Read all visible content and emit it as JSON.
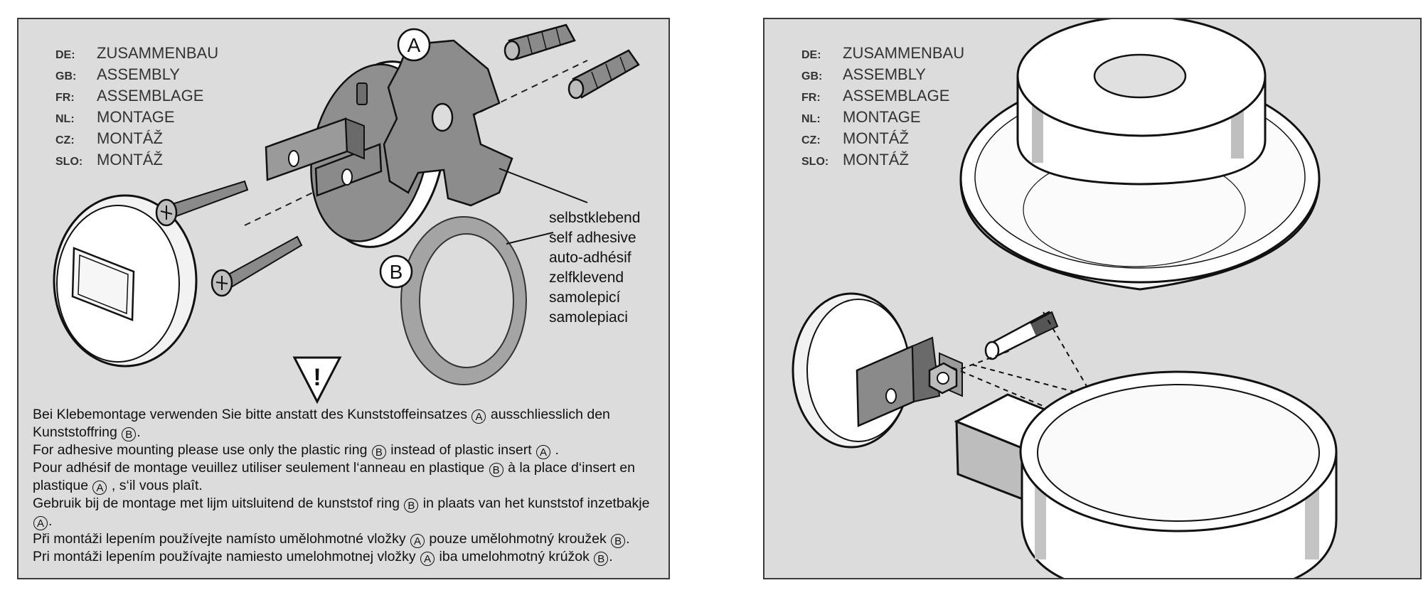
{
  "languages": [
    {
      "code": "DE:",
      "word": "ZUSAMMENBAU"
    },
    {
      "code": "GB:",
      "word": "ASSEMBLY"
    },
    {
      "code": "FR:",
      "word": "ASSEMBLAGE"
    },
    {
      "code": "NL:",
      "word": "MONTAGE"
    },
    {
      "code": "CZ:",
      "word": "MONTÁŽ"
    },
    {
      "code": "SLO:",
      "word": "MONTÁŽ"
    }
  ],
  "callouts": {
    "a": "A",
    "b": "B"
  },
  "adhesive_labels": [
    "selbstklebend",
    "self adhesive",
    "auto-adhésif",
    "zelfklevend",
    "samolepicí",
    "samolepiaci"
  ],
  "warning_symbol": "!",
  "icons": [
    "warning-triangle-icon",
    "callout-a-icon",
    "callout-b-icon"
  ],
  "notes": [
    {
      "parts": [
        "Bei Klebemontage verwenden Sie bitte anstatt des Kunststoffeinsatzes ",
        "A",
        " ausschliesslich den Kunststoffring ",
        "B",
        "."
      ]
    },
    {
      "parts": [
        "For adhesive mounting please use only the plastic ring ",
        "B",
        " instead of plastic insert ",
        "A",
        " ."
      ]
    },
    {
      "parts": [
        "Pour adhésif de montage veuillez utiliser seulement l‘anneau en plastique ",
        "B",
        " à la place d‘insert en plastique ",
        "A",
        " , s‘il vous plaît."
      ]
    },
    {
      "parts": [
        "Gebruik bij de montage met lijm uitsluitend de kunststof ring ",
        "B",
        " in plaats van het kunststof inzetbakje ",
        "A",
        "."
      ]
    },
    {
      "parts": [
        "Při montáži lepením používejte namísto umělohmotné vložky ",
        "A",
        " pouze umělohmotný kroužek ",
        "B",
        "."
      ]
    },
    {
      "parts": [
        "Pri montáži lepením používajte namiesto umelohmotnej vložky ",
        "A",
        " iba umelohmotný krúžok ",
        "B",
        "."
      ]
    }
  ]
}
